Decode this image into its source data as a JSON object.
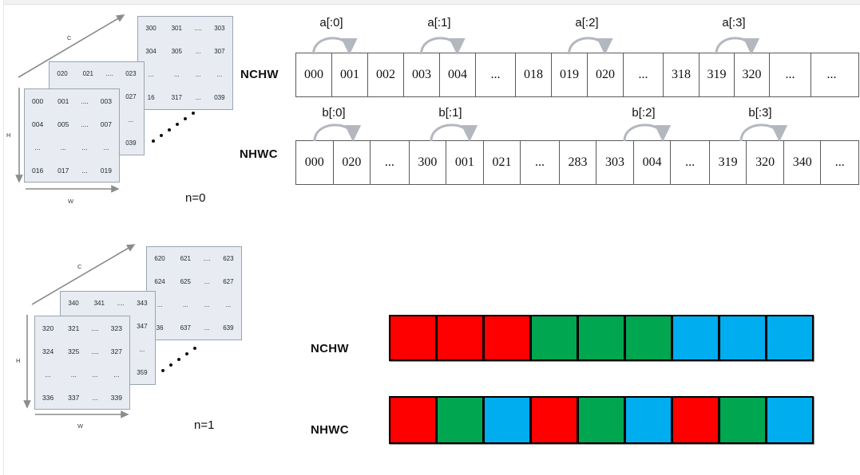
{
  "diagrams": {
    "n0": {
      "caption": "n=0",
      "axes": {
        "c": "C",
        "h": "H",
        "w": "W"
      },
      "front_plane": [
        [
          "000",
          "001",
          "....",
          "003"
        ],
        [
          "004",
          "005",
          "....",
          "007"
        ],
        [
          "...",
          "...",
          "...",
          "..."
        ],
        [
          "016",
          "017",
          "...",
          "019"
        ]
      ],
      "middle_plane": [
        [
          "020",
          "021",
          "....",
          "023"
        ],
        [
          "",
          "",
          "",
          "027"
        ],
        [
          "",
          "",
          "",
          "..."
        ],
        [
          "",
          "",
          "",
          "039"
        ]
      ],
      "back_plane": [
        [
          "300",
          "301",
          "....",
          "303"
        ],
        [
          "304",
          "305",
          "...",
          "307"
        ],
        [
          "...",
          "...",
          "...",
          "..."
        ],
        [
          "16",
          "317",
          "...",
          "039"
        ]
      ]
    },
    "n1": {
      "caption": "n=1",
      "axes": {
        "c": "C",
        "h": "H",
        "w": "W"
      },
      "front_plane": [
        [
          "320",
          "321",
          "....",
          "323"
        ],
        [
          "324",
          "325",
          "....",
          "327"
        ],
        [
          "...",
          "...",
          "...",
          "..."
        ],
        [
          "336",
          "337",
          "...",
          "339"
        ]
      ],
      "middle_plane": [
        [
          "340",
          "341",
          "....",
          "343"
        ],
        [
          "",
          "",
          "",
          "347"
        ],
        [
          "",
          "",
          "",
          "..."
        ],
        [
          "",
          "",
          "",
          "359"
        ]
      ],
      "back_plane": [
        [
          "620",
          "621",
          "....",
          "623"
        ],
        [
          "624",
          "625",
          "...",
          "627"
        ],
        [
          "...",
          "...",
          "...",
          "..."
        ],
        [
          "36",
          "637",
          "...",
          "639"
        ]
      ]
    }
  },
  "memory": {
    "nchw": {
      "label": "NCHW",
      "cells": [
        "000",
        "001",
        "002",
        "003",
        "004",
        "...",
        "018",
        "019",
        "020",
        "...",
        "318",
        "319",
        "320",
        "...",
        "..."
      ],
      "arrow_labels": [
        "a[:0]",
        "a[:1]",
        "a[:2]",
        "a[:3]"
      ]
    },
    "nhwc": {
      "label": "NHWC",
      "cells": [
        "000",
        "020",
        "...",
        "300",
        "001",
        "021",
        "...",
        "283",
        "303",
        "004",
        "...",
        "319",
        "320",
        "340",
        "..."
      ],
      "arrow_labels": [
        "b[:0]",
        "b[:1]",
        "b[:2]",
        "b[:3]"
      ]
    }
  },
  "channel_blocks": {
    "nchw": {
      "label": "NCHW",
      "colors": [
        "red",
        "red",
        "red",
        "green",
        "green",
        "green",
        "blue",
        "blue",
        "blue"
      ]
    },
    "nhwc": {
      "label": "NHWC",
      "colors": [
        "red",
        "green",
        "blue",
        "red",
        "green",
        "blue",
        "red",
        "green",
        "blue"
      ]
    },
    "palette": {
      "red": "#FF0000",
      "green": "#00A650",
      "blue": "#00ADEF"
    }
  }
}
